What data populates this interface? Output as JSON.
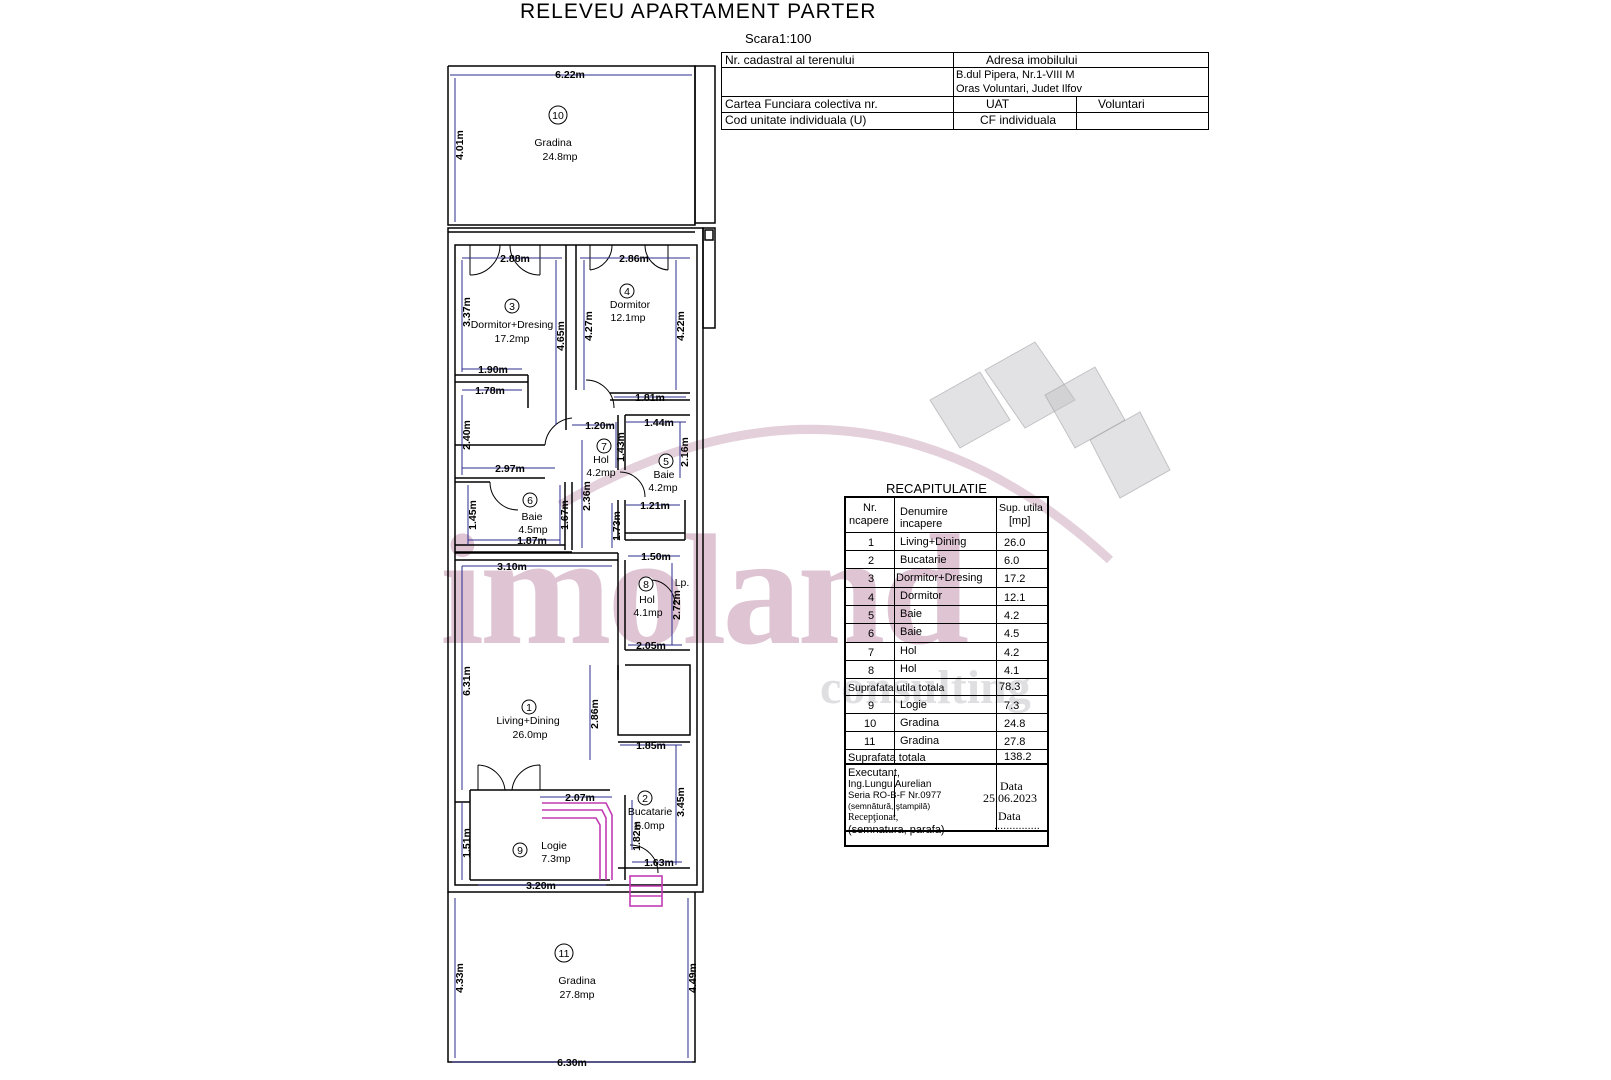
{
  "header": {
    "title": "RELEVEU APARTAMENT PARTER",
    "scale": "Scara1:100"
  },
  "info": {
    "cadastral_label": "Nr. cadastral al terenului",
    "address_label": "Adresa imobilului",
    "address_line1": "B.dul Pipera, Nr.1-VIII M",
    "address_line2": "Oras Voluntari, Judet Ilfov",
    "cf_colectiva_label": "Cartea Funciara colectiva nr.",
    "uat_label": "UAT",
    "uat_value": "Voluntari",
    "cod_unitate_label": "Cod unitate individuala (U)",
    "cf_individuala_label": "CF individuala"
  },
  "rooms": [
    {
      "num": "10",
      "name": "Gradina",
      "area": "24.8mp"
    },
    {
      "num": "3",
      "name": "Dormitor+Dresing",
      "area": "17.2mp"
    },
    {
      "num": "4",
      "name": "Dormitor",
      "area": "12.1mp"
    },
    {
      "num": "7",
      "name": "Hol",
      "area": "4.2mp"
    },
    {
      "num": "5",
      "name": "Baie",
      "area": "4.2mp"
    },
    {
      "num": "6",
      "name": "Baie",
      "area": "4.5mp"
    },
    {
      "num": "8",
      "name": "Hol",
      "area": "4.1mp"
    },
    {
      "num": "1",
      "name": "Living+Dining",
      "area": "26.0mp"
    },
    {
      "num": "2",
      "name": "Bucatarie",
      "area": "6.0mp"
    },
    {
      "num": "9",
      "name": "Logie",
      "area": "7.3mp"
    },
    {
      "num": "11",
      "name": "Gradina",
      "area": "27.8mp"
    }
  ],
  "dimensions": [
    "6.22m",
    "4.01m",
    "2.88m",
    "2.86m",
    "3.37m",
    "4.65m",
    "4.27m",
    "4.22m",
    "1.90m",
    "1.78m",
    "1.81m",
    "1.20m",
    "1.44m",
    "2.40m",
    "1.43m",
    "2.16m",
    "2.97m",
    "1.45m",
    "1.67m",
    "2.36m",
    "1.21m",
    "1.87m",
    "1.73m",
    "1.50m",
    "3.10m",
    "2.72m",
    "2.05m",
    "6.31m",
    "2.86m",
    "1.85m",
    "2.07m",
    "3.45m",
    "1.51m",
    "1.82m",
    "1.63m",
    "3.20m",
    "4.33m",
    "4.49m",
    "6.30m"
  ],
  "small_label": "Lp.",
  "recap": {
    "title": "RECAPITULATIE",
    "col_nr": [
      "Nr.",
      "ncapere"
    ],
    "col_name": [
      "Denumire",
      "incapere"
    ],
    "col_area": [
      "Sup. utila",
      "[mp]"
    ],
    "rows": [
      {
        "nr": "1",
        "name": "Living+Dining",
        "area": "26.0"
      },
      {
        "nr": "2",
        "name": "Bucatarie",
        "area": "6.0"
      },
      {
        "nr": "3",
        "name": "Dormitor+Dresing",
        "area": "17.2"
      },
      {
        "nr": "4",
        "name": "Dormitor",
        "area": "12.1"
      },
      {
        "nr": "5",
        "name": "Baie",
        "area": "4.2"
      },
      {
        "nr": "6",
        "name": "Baie",
        "area": "4.5"
      },
      {
        "nr": "7",
        "name": "Hol",
        "area": "4.2"
      },
      {
        "nr": "8",
        "name": "Hol",
        "area": "4.1"
      }
    ],
    "utila_label": "Suprafata utila totala",
    "utila_value": "78.3",
    "rows2": [
      {
        "nr": "9",
        "name": "Logie",
        "area": "7.3"
      },
      {
        "nr": "10",
        "name": "Gradina",
        "area": "24.8"
      },
      {
        "nr": "11",
        "name": "Gradina",
        "area": "27.8"
      }
    ],
    "totala_label": "Suprafata totala",
    "totala_value": "138.2",
    "executant": "Executant,",
    "executant_name": "Ing.Lungu Aurelian",
    "executant_serie": "Seria RO-B-F Nr.0977",
    "executant_sign": "(semnătură, ştampilă)",
    "data_label": "Data",
    "data_value": "25.06.2023",
    "receptionat": "Recepţionat,",
    "receptionat_sign": "(semnatura, parafa)",
    "data_label2": "Data",
    "data_dots": "..............."
  },
  "watermark": {
    "brand": "imoland",
    "sub": "consulting"
  },
  "colors": {
    "dimension_blue": "#2b2b8c",
    "stair_magenta": "#c23bb3",
    "watermark_pink": "#c496af",
    "watermark_grey": "#b9b9be"
  }
}
